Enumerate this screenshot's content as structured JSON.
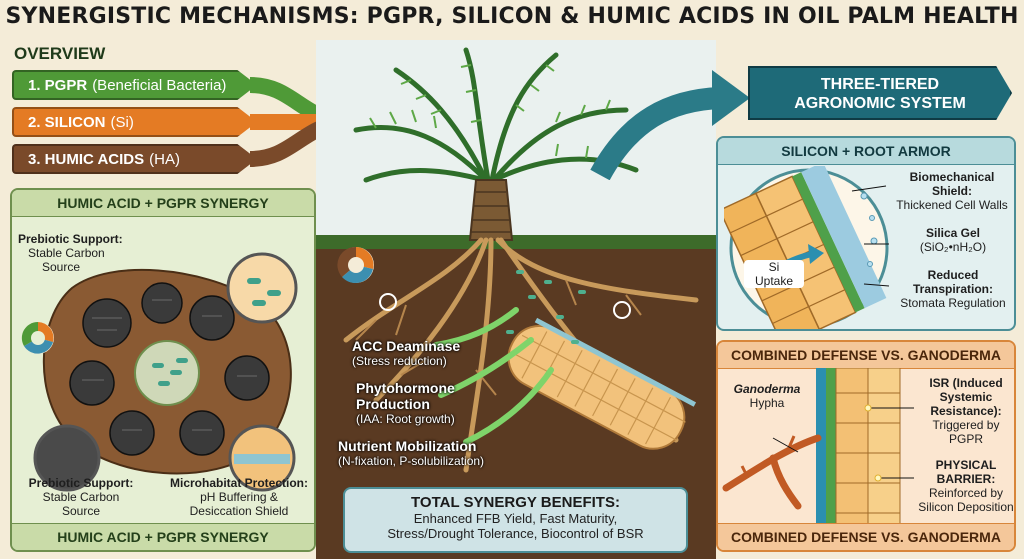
{
  "title": "SYNERGISTIC MECHANISMS: PGPR, SILICON & HUMIC ACIDS IN OIL PALM HEALTH",
  "overview": {
    "heading": "OVERVIEW",
    "items": [
      {
        "label": "1. PGPR",
        "sub": "(Beneficial Bacteria)",
        "color": "#4f9a37"
      },
      {
        "label": "2. SILICON",
        "sub": "(Si)",
        "color": "#e47b24"
      },
      {
        "label": "3. HUMIC ACIDS",
        "sub": "(HA)",
        "color": "#7a4a2a"
      }
    ]
  },
  "system_box": {
    "line1": "THREE-TIERED",
    "line2": "AGRONOMIC SYSTEM"
  },
  "humic_panel": {
    "header": "HUMIC ACID + PGPR SYNERGY",
    "footer": "HUMIC ACID + PGPR SYNERGY",
    "label_top": {
      "title": "Prebiotic Support:",
      "line1": "Stable Carbon",
      "line2": "Source"
    },
    "label_bottom_left": {
      "title": "Prebiotic Support:",
      "line1": "Stable Carbon",
      "line2": "Source"
    },
    "label_bottom_right": {
      "title": "Microhabitat Protection:",
      "line1": "pH Buffering &",
      "line2": "Desiccation Shield"
    }
  },
  "mechanisms": [
    {
      "title": "ACC Deaminase",
      "desc": "(Stress reduction)"
    },
    {
      "title": "Phytohormone",
      "title2": "Production",
      "desc": "(IAA: Root growth)"
    },
    {
      "title": "Nutrient Mobilization",
      "desc": "(N-fixation, P-solubilization)"
    }
  ],
  "silicon_panel": {
    "header": "SILICON + ROOT ARMOR",
    "uptake": {
      "line1": "Si",
      "line2": "Uptake"
    },
    "shield": {
      "title1": "Biomechanical",
      "title2": "Shield:",
      "desc": "Thickened Cell Walls"
    },
    "gel": {
      "title": "Silica Gel",
      "formula": "(SiO₂•nH₂O)"
    },
    "transpiration": {
      "title1": "Reduced",
      "title2": "Transpiration:",
      "desc": "Stomata Regulation"
    }
  },
  "ganoderma_panel": {
    "header": "COMBINED DEFENSE VS. GANODERMA",
    "footer": "COMBINED DEFENSE VS. GANODERMA",
    "fungus": {
      "name": "Ganoderma",
      "desc": "Hypha"
    },
    "isr": {
      "line1": "ISR (Induced",
      "line2": "Systemic",
      "line3": "Resistance):",
      "desc": "Triggered by PGPR"
    },
    "barrier": {
      "line1": "PHYSICAL",
      "line2": "BARRIER:",
      "desc1": "Reinforced by",
      "desc2": "Silicon Deposition"
    }
  },
  "total_box": {
    "heading": "TOTAL SYNERGY BENEFITS:",
    "line1": "Enhanced FFB Yield, Fast Maturity,",
    "line2": "Stress/Drought Tolerance, Biocontrol of BSR"
  }
}
